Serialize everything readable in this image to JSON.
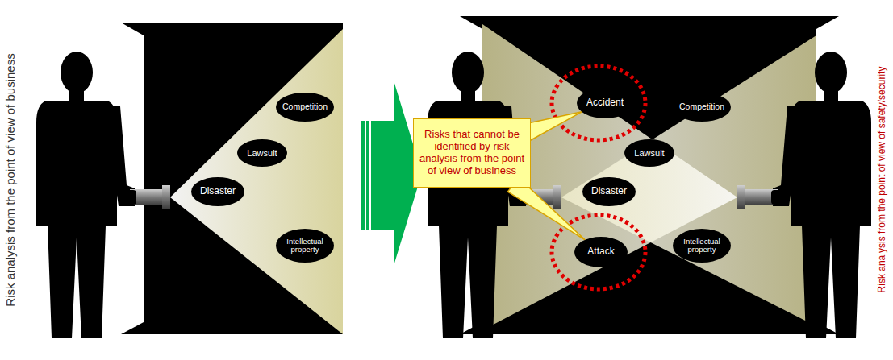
{
  "diagram": {
    "nodes": [
      {
        "text": [
          "Competition"
        ]
      },
      {
        "text": [
          "Lawsuit"
        ]
      },
      {
        "text": [
          "Disaster"
        ]
      },
      {
        "text": [
          "Intellectual property"
        ]
      },
      {
        "text": [
          "Accident"
        ]
      },
      {
        "text": [
          "Competition"
        ]
      },
      {
        "text": [
          "Risks that cannot be identified by risk analysis from the point of view of business"
        ]
      },
      {
        "text": [
          "Lawsuit"
        ]
      },
      {
        "text": [
          "Disaster"
        ]
      },
      {
        "text": [
          "Intellectual property"
        ]
      },
      {
        "text": [
          "Attack"
        ]
      }
    ],
    "edges": [
      {
        "from": 6,
        "to": 4,
        "arrow": "none"
      },
      {
        "from": 6,
        "to": 10,
        "arrow": "none"
      }
    ],
    "labels": [
      "Risk analysis from the point of view of business",
      "Risk analysis from the point of view of safety/security"
    ]
  }
}
